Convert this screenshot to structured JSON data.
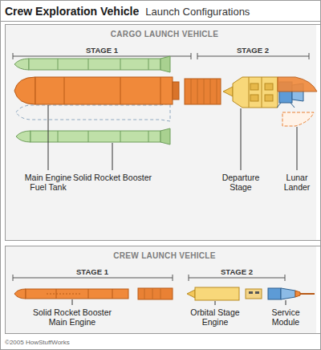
{
  "diagram": {
    "title": "Crew Exploration Vehicle",
    "nodes": [
      {
        "text": [
          "CARGO LAUNCH VEHICLE"
        ]
      },
      {
        "text": [
          "CREW LAUNCH VEHICLE"
        ]
      }
    ],
    "labels": [
      "Launch Configurations",
      "STAGE 1",
      "STAGE 2",
      "Main Engine Fuel Tank",
      "Solid Rocket Booster",
      "Departure Stage",
      "Lunar Lander",
      "STAGE 1",
      "STAGE 2",
      "Solid Rocket Booster Main Engine",
      "Orbital Stage Engine",
      "Service Module",
      "©2005 HowStuffWorks"
    ]
  }
}
